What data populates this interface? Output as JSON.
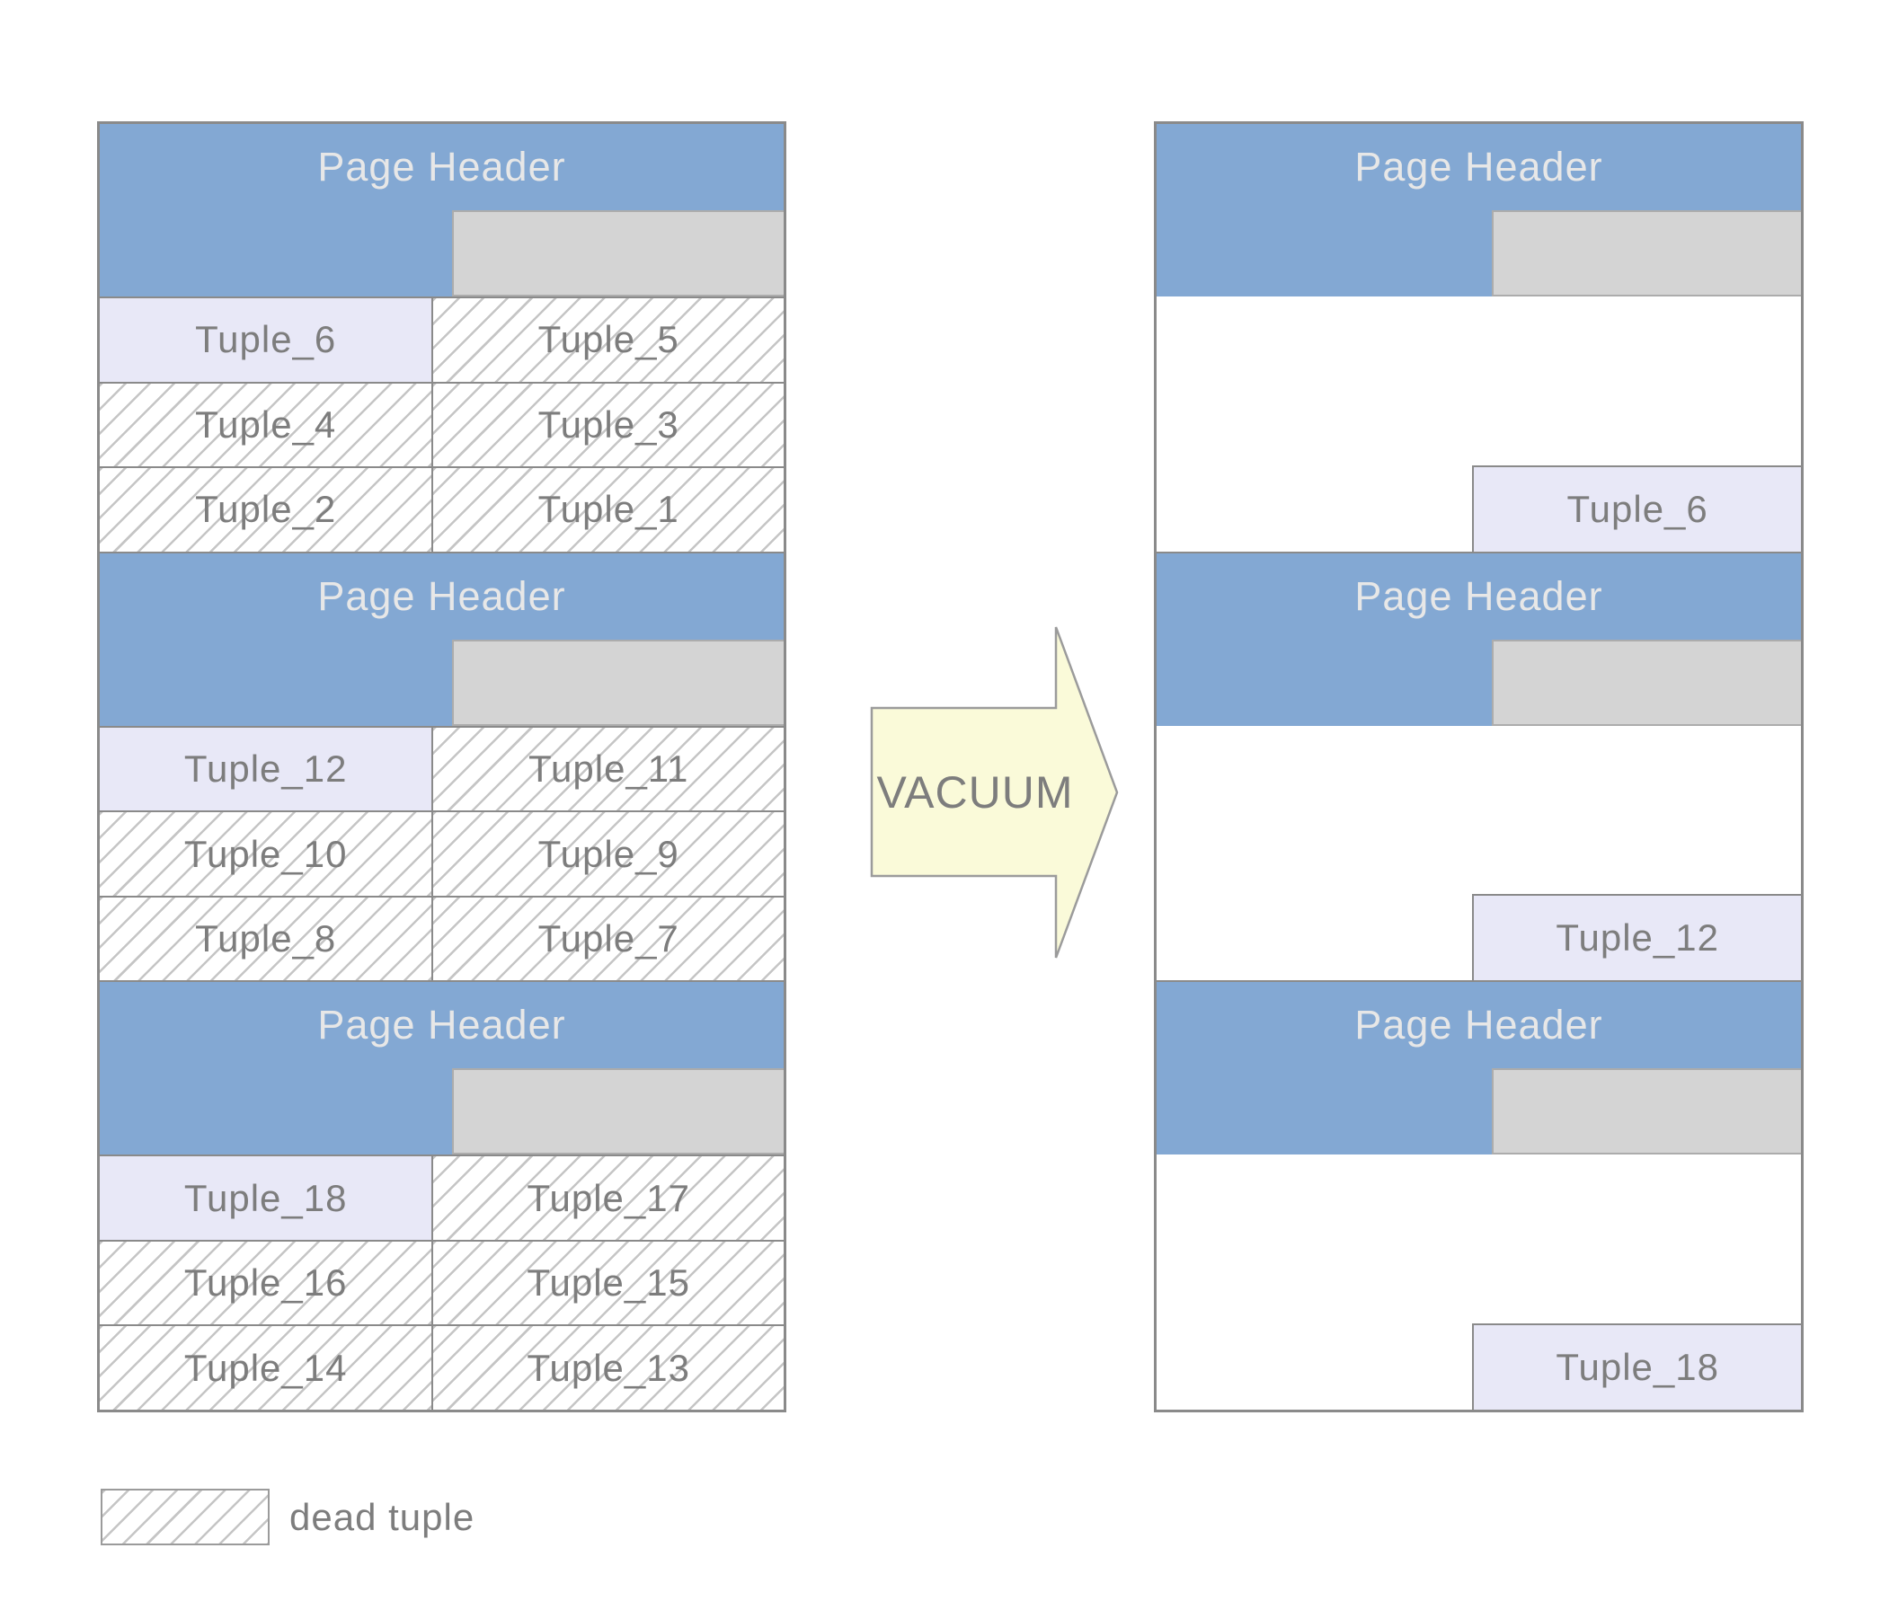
{
  "colors": {
    "page_header_blue": "#83A8D3",
    "header_text": "#E7E7E7",
    "free_space_gray": "#D4D4D4",
    "live_tuple_fill": "#E8E8F7",
    "dead_hatch_line": "#C5C5C5",
    "box_border": "#8A8A8A",
    "label_text": "#7D7D7D",
    "arrow_fill": "#FAFAD9",
    "arrow_border": "#9B9B9B"
  },
  "before": {
    "pages": [
      {
        "header": "Page Header",
        "rows": [
          [
            {
              "label": "Tuple_6",
              "dead": false
            },
            {
              "label": "Tuple_5",
              "dead": true
            }
          ],
          [
            {
              "label": "Tuple_4",
              "dead": true
            },
            {
              "label": "Tuple_3",
              "dead": true
            }
          ],
          [
            {
              "label": "Tuple_2",
              "dead": true
            },
            {
              "label": "Tuple_1",
              "dead": true
            }
          ]
        ]
      },
      {
        "header": "Page Header",
        "rows": [
          [
            {
              "label": "Tuple_12",
              "dead": false
            },
            {
              "label": "Tuple_11",
              "dead": true
            }
          ],
          [
            {
              "label": "Tuple_10",
              "dead": true
            },
            {
              "label": "Tuple_9",
              "dead": true
            }
          ],
          [
            {
              "label": "Tuple_8",
              "dead": true
            },
            {
              "label": "Tuple_7",
              "dead": true
            }
          ]
        ]
      },
      {
        "header": "Page Header",
        "rows": [
          [
            {
              "label": "Tuple_18",
              "dead": false
            },
            {
              "label": "Tuple_17",
              "dead": true
            }
          ],
          [
            {
              "label": "Tuple_16",
              "dead": true
            },
            {
              "label": "Tuple_15",
              "dead": true
            }
          ],
          [
            {
              "label": "Tuple_14",
              "dead": true
            },
            {
              "label": "Tuple_13",
              "dead": true
            }
          ]
        ]
      }
    ]
  },
  "arrow": {
    "label": "VACUUM"
  },
  "after": {
    "pages": [
      {
        "header": "Page Header",
        "live_tuple": "Tuple_6"
      },
      {
        "header": "Page Header",
        "live_tuple": "Tuple_12"
      },
      {
        "header": "Page Header",
        "live_tuple": "Tuple_18"
      }
    ]
  },
  "legend": {
    "label": "dead tuple"
  }
}
